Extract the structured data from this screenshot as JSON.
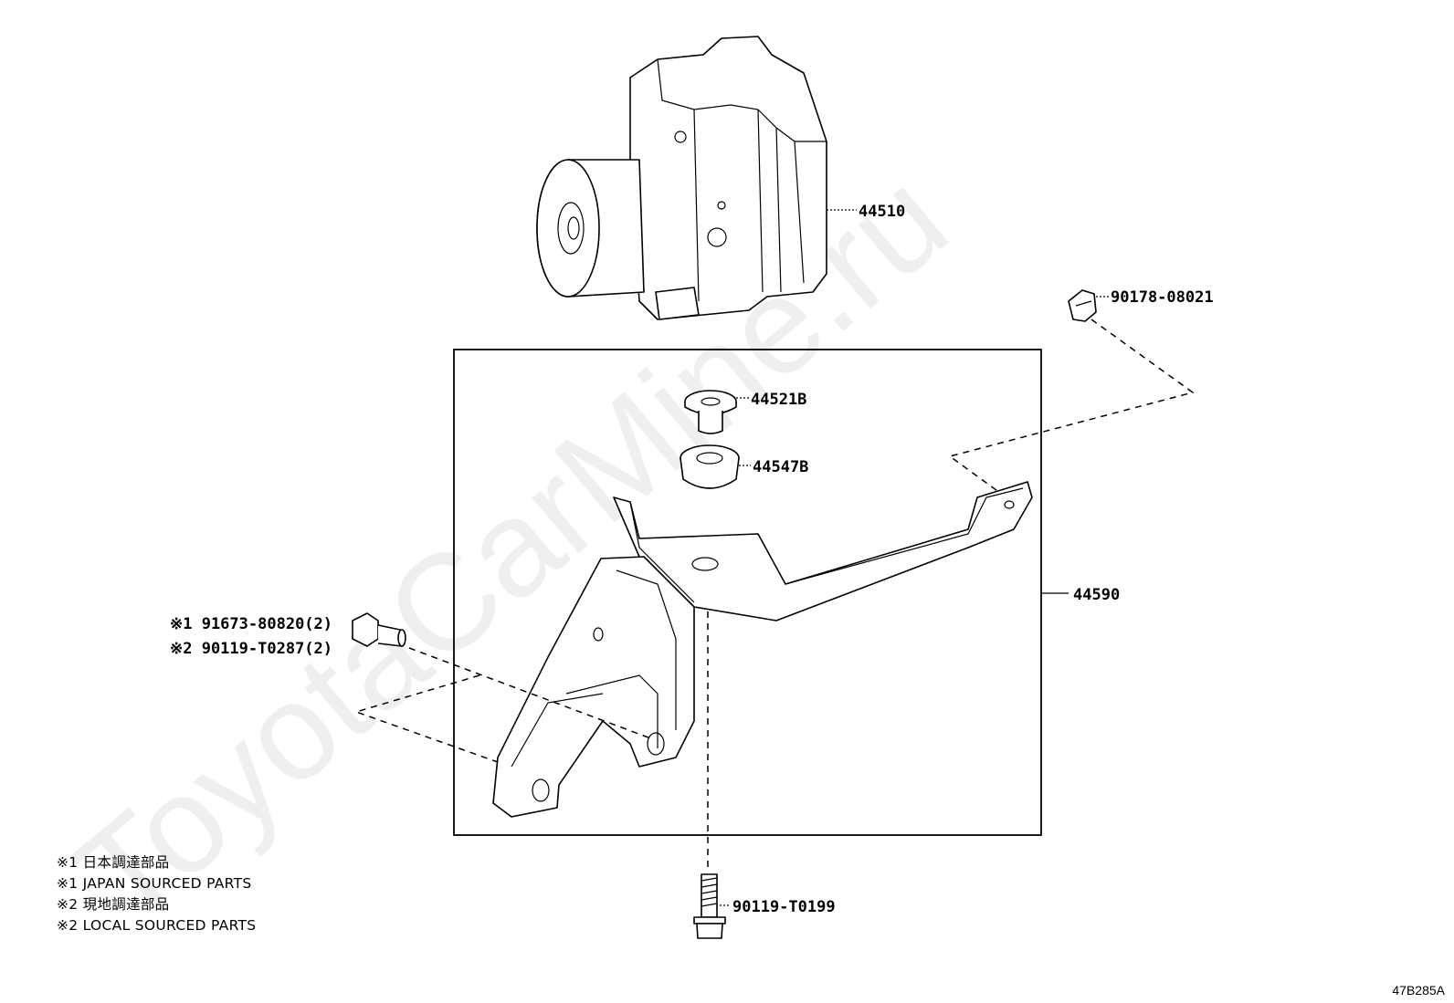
{
  "watermark": "ToyotaCarMine.ru",
  "labels": {
    "abs_actuator": "44510",
    "clip": "90178-08021",
    "collar": "44521B",
    "cushion": "44547B",
    "bracket": "44590",
    "bolt_japan": "※1 91673-80820(2)",
    "bolt_local": "※2 90119-T0287(2)",
    "bolt_bottom": "90119-T0199"
  },
  "legend": [
    "※1 日本調達部品",
    "※1 JAPAN SOURCED PARTS",
    "※2 現地調達部品",
    "※2 LOCAL SOURCED PARTS"
  ],
  "diagram_code": "47B285A"
}
